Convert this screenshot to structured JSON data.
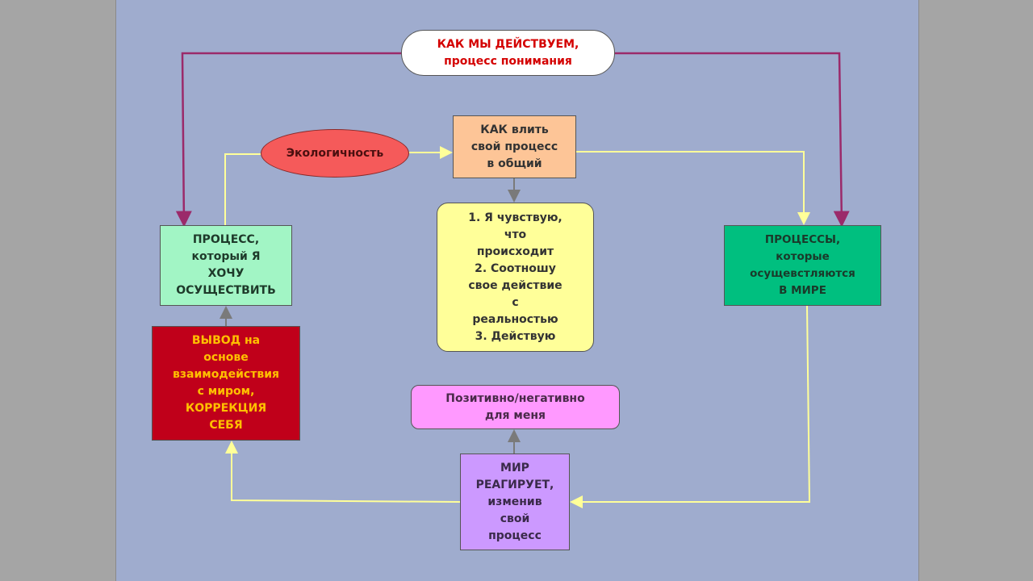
{
  "title": {
    "lines": [
      "КАК МЫ ДЕЙСТВУЕМ,",
      "процесс понимания"
    ]
  },
  "ecology": {
    "lines": [
      "Экологичность"
    ]
  },
  "how_merge": {
    "lines": [
      "КАК влить",
      "свой процесс",
      "в общий"
    ]
  },
  "steps": {
    "lines": [
      "1. Я чувствую,",
      "что",
      "происходит",
      "2. Соотношу",
      "свое действие",
      "с",
      "реальностью",
      "3. Действую"
    ]
  },
  "my_process": {
    "lines": [
      "ПРОЦЕСС,",
      "который Я",
      "ХОЧУ",
      "ОСУЩЕСТВИТЬ"
    ]
  },
  "world_processes": {
    "lines": [
      "ПРОЦЕССЫ,",
      "которые",
      "осущевстляются",
      "В МИРЕ"
    ]
  },
  "conclusion": {
    "lines": [
      "ВЫВОД на",
      "основе",
      "взаимодействия",
      "с миром,",
      "КОРРЕКЦИЯ",
      "СЕБЯ"
    ]
  },
  "evaluation": {
    "lines": [
      "Позитивно/негативно",
      "для меня"
    ]
  },
  "world_reacts": {
    "lines": [
      "МИР",
      "РЕАГИРУЕТ,",
      "изменив",
      "свой",
      "процесс"
    ]
  },
  "colors": {
    "background": "#9facce",
    "purple_link": "#9b2a6a",
    "yellow_link": "#ffff99",
    "gray_link": "#7a7a7a"
  }
}
